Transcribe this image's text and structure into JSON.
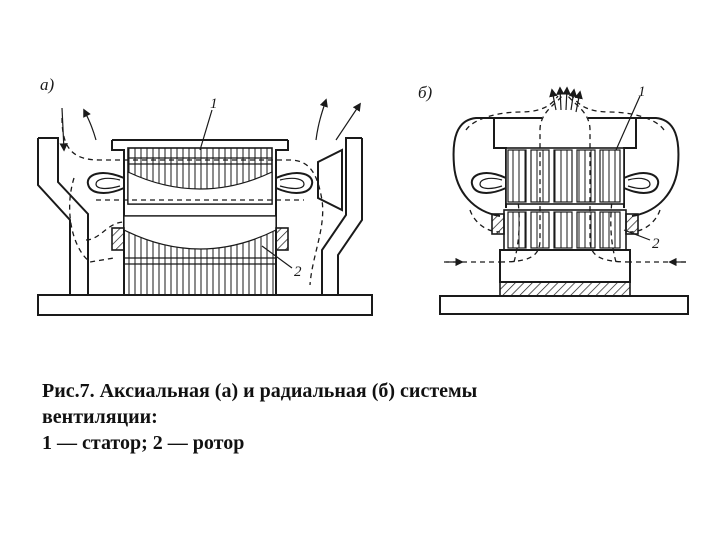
{
  "figure": {
    "panel_a": {
      "label": "а)",
      "stator_callout": "1",
      "rotor_callout": "2"
    },
    "panel_b": {
      "label": "б)",
      "stator_callout": "1",
      "rotor_callout": "2"
    }
  },
  "caption": {
    "line1": "Рис.7.   Аксиальная (а) и радиальная (б) системы",
    "line2": "вентиляции:",
    "line3": "1 — статор; 2 — ротор"
  }
}
